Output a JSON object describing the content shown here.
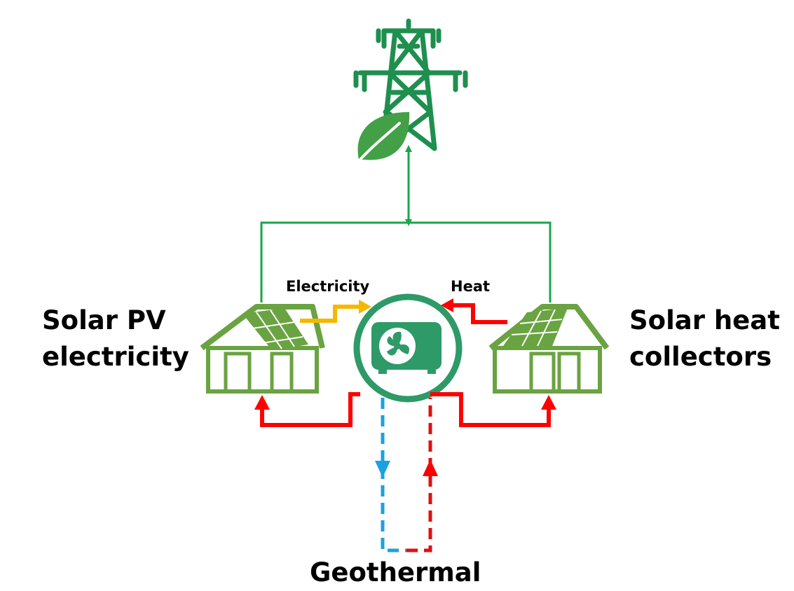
{
  "labels": {
    "solar_pv": [
      "Solar PV",
      "electricity"
    ],
    "solar_heat": [
      "Solar heat",
      "collectors"
    ],
    "geothermal": "Geothermal",
    "electricity_flow": "Electricity",
    "heat_flow": "Heat"
  },
  "colors": {
    "grid_green": "#1e8f4e",
    "leaf_green": "#43a047",
    "house_green": "#6aa341",
    "heat_pump_green": "#2e9a68",
    "electricity_arrow": "#f5b800",
    "heat_arrow": "#ff0000",
    "cold_loop": "#1ba1e2",
    "connection_line": "#1aa64a"
  },
  "icons": [
    "power-tower-icon",
    "leaf-icon",
    "house-solar-icon",
    "heat-pump-icon",
    "fan-icon"
  ]
}
